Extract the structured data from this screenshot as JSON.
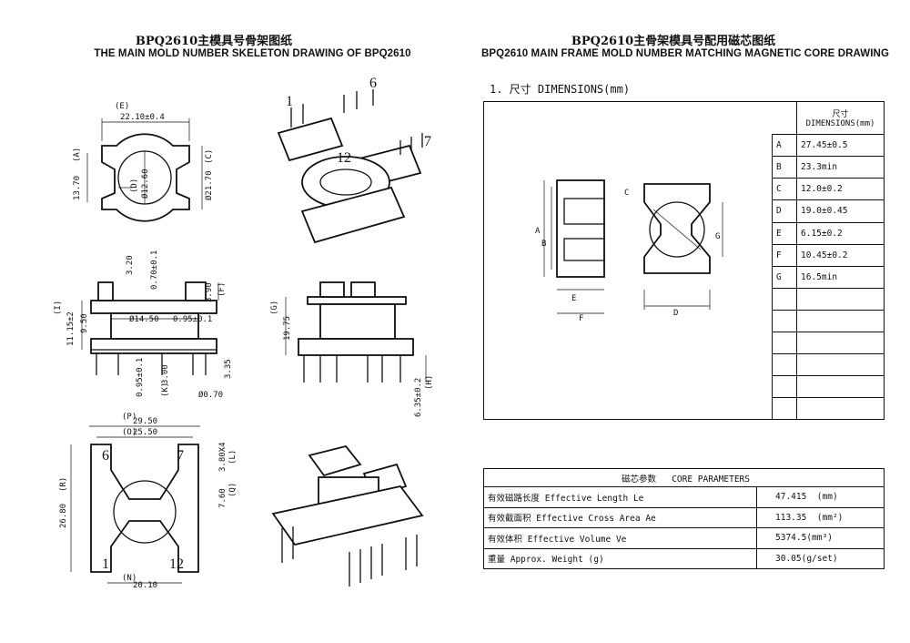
{
  "left_title": {
    "zh": "BPQ2610主模具号骨架图纸",
    "en": "THE MAIN MOLD NUMBER SKELETON DRAWING OF BPQ2610"
  },
  "right_title": {
    "zh": "BPQ2610主骨架模具号配用磁芯图纸",
    "en": "BPQ2610 MAIN FRAME MOLD NUMBER MATCHING MAGNETIC CORE DRAWING"
  },
  "top_view_dims": {
    "e": "(E)",
    "width": "22.10±0.4",
    "h_left": "13.70",
    "h_left_tag": "(A)",
    "d_tag": "(D)",
    "diameter": "Ø12.60",
    "h_right": "Ø21.70",
    "h_right_tag": "(C)"
  },
  "side_view_dims": {
    "top": "3.20",
    "top_right": "0.70±0.1",
    "right": "3.90",
    "right_tag": "(F)",
    "left_tag": "(I)",
    "height": "11.15±2",
    "inner": "9.50",
    "bore": "Ø14.50",
    "wall": "0.95±0.1",
    "pin_w": "0.95±0.1",
    "pin_gap": "3.00",
    "pin_gap_tag": "(K)",
    "pin_dia": "Ø0.70",
    "pin_len": "3.35"
  },
  "front_view_dims": {
    "height": "19.75",
    "height_tag": "(G)",
    "pin": "6.35±0.2",
    "pin_tag": "(H)"
  },
  "bottom_view_dims": {
    "p": "(P)",
    "outer": "29.50",
    "o": "(O)",
    "inner": "25.50",
    "height_tag": "(R)",
    "height": "26.80",
    "pitch": "3.80X4",
    "pitch_tag": "(L)",
    "pin_off": "7.60",
    "pin_off_tag": "(Q)",
    "bottom_tag": "(N)",
    "bottom": "20.10"
  },
  "pin_numbers": {
    "p1": "1",
    "p6": "6",
    "p7": "7",
    "p12": "12"
  },
  "core_section": {
    "heading": "1. 尺寸 DIMENSIONS(mm)",
    "labels": {
      "a": "A",
      "b": "B",
      "c": "C",
      "d": "D",
      "e": "E",
      "f": "F",
      "g": "G"
    }
  },
  "dimension_table": {
    "header_zh": "尺寸",
    "header_en": "DIMENSIONS(mm)",
    "rows": [
      {
        "key": "A",
        "value": "27.45±0.5"
      },
      {
        "key": "B",
        "value": "23.3min"
      },
      {
        "key": "C",
        "value": "12.0±0.2"
      },
      {
        "key": "D",
        "value": "19.0±0.45"
      },
      {
        "key": "E",
        "value": "6.15±0.2"
      },
      {
        "key": "F",
        "value": "10.45±0.2"
      },
      {
        "key": "G",
        "value": "16.5min"
      }
    ]
  },
  "core_parameters": {
    "header_zh": "磁芯参数",
    "header_en": "CORE PARAMETERS",
    "rows": [
      {
        "label": "有效磁路长度 Effective Length  Le",
        "value": "47.415",
        "unit": "(mm)"
      },
      {
        "label": "有效截面积 Effective Cross Area Ae",
        "value": "113.35",
        "unit": "(mm²)"
      },
      {
        "label": "有效体积 Effective Volume Ve",
        "value": "5374.5(mm³)",
        "unit": ""
      },
      {
        "label": "重量 Approx. Weight (g)",
        "value": "30.05(g/set)",
        "unit": ""
      }
    ]
  }
}
